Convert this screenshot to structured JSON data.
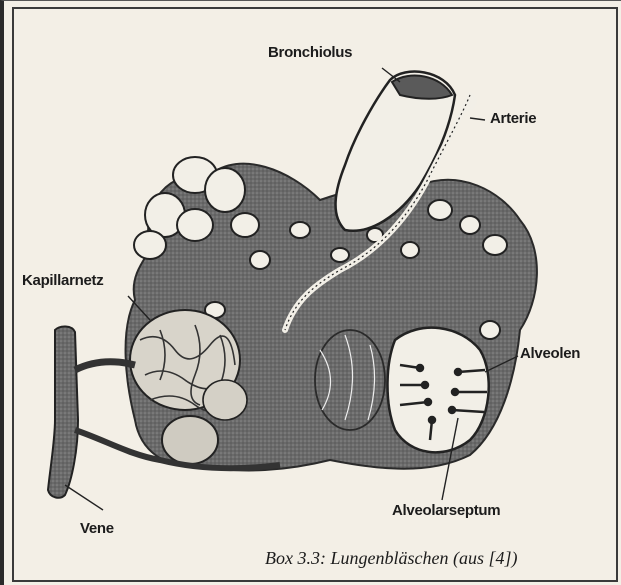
{
  "labels": {
    "bronchiolus": "Bronchiolus",
    "arterie": "Arterie",
    "kapillarnetz": "Kapillarnetz",
    "alveolen": "Alveolen",
    "vene": "Vene",
    "alveolarseptum": "Alveolarseptum"
  },
  "caption": "Box 3.3: Lungenbläschen (aus [4])"
}
